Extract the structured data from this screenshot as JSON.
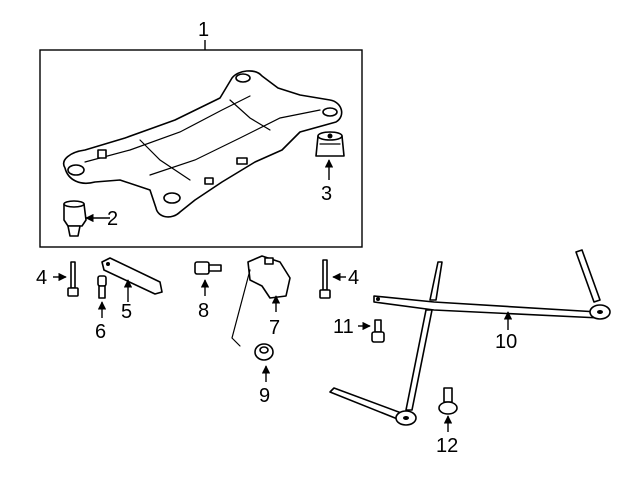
{
  "diagram": {
    "callouts": {
      "c1": "1",
      "c2": "2",
      "c3": "3",
      "c4a": "4",
      "c4b": "4",
      "c5": "5",
      "c6": "6",
      "c7": "7",
      "c8": "8",
      "c9": "9",
      "c10": "10",
      "c11": "11",
      "c12": "12"
    }
  }
}
